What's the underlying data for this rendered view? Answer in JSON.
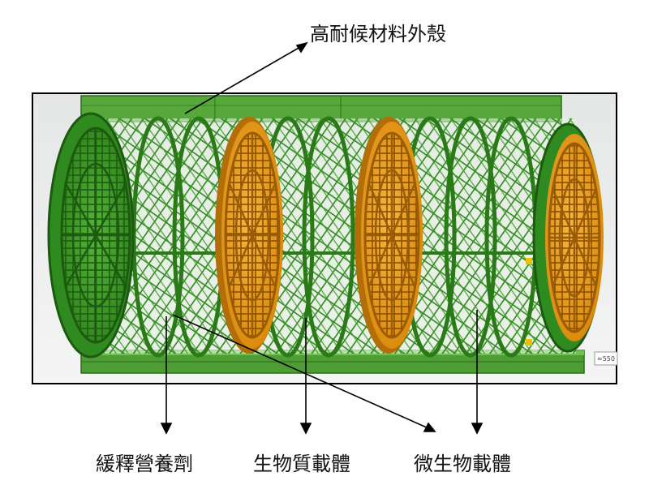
{
  "labels": {
    "shell": "高耐候材料外殼",
    "slow_release": "緩釋營養劑",
    "biomass_carrier": "生物質載體",
    "microbe_carrier": "微生物載體"
  },
  "dimension_tag": "≈550",
  "colors": {
    "frame_green": "#3f9b2a",
    "frame_green_dark": "#1f6b12",
    "disk_orange": "#e39a1d",
    "disk_orange_dark": "#b46e08",
    "mesh_green": "#2f8a1f"
  }
}
